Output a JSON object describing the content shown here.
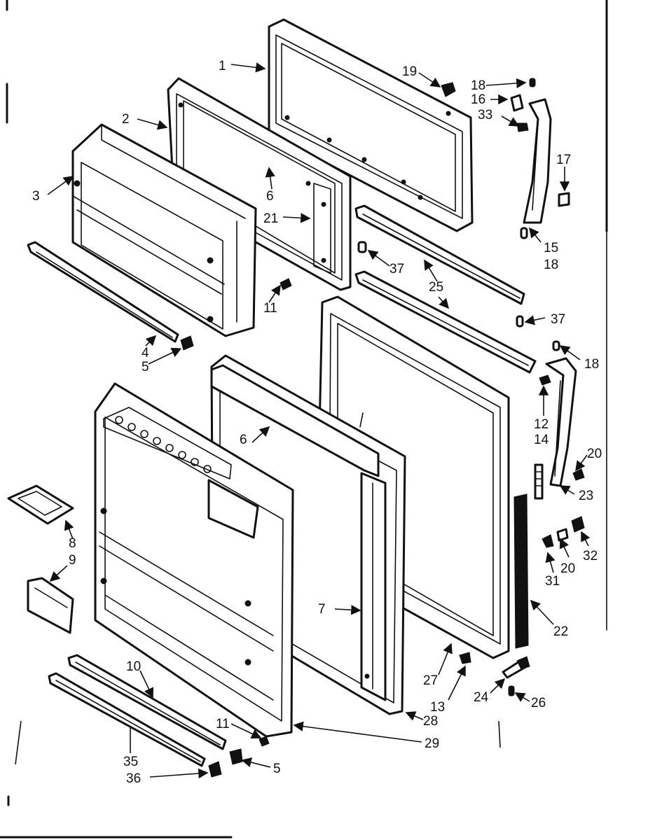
{
  "diagram": {
    "labels": {
      "p1": "1",
      "p2": "2",
      "p3": "3",
      "p4": "4",
      "p5a": "5",
      "p5b": "5",
      "p6a": "6",
      "p6b": "6",
      "p7": "7",
      "p8": "8",
      "p9": "9",
      "p10": "10",
      "p11a": "11",
      "p11b": "11",
      "p12": "12",
      "p13": "13",
      "p14": "14",
      "p15": "15",
      "p16": "16",
      "p17": "17",
      "p18a": "18",
      "p18b": "18",
      "p18c": "18",
      "p19": "19",
      "p20a": "20",
      "p20b": "20",
      "p21": "21",
      "p22": "22",
      "p23": "23",
      "p24": "24",
      "p25": "25",
      "p26": "26",
      "p27": "27",
      "p28": "28",
      "p29": "29",
      "p31": "31",
      "p32": "32",
      "p33": "33",
      "p35": "35",
      "p36": "36",
      "p37a": "37",
      "p37b": "37"
    }
  }
}
